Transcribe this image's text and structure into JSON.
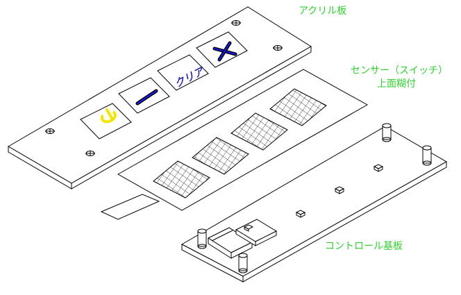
{
  "labels": {
    "acrylic_plate": "アクリル板",
    "sensor_line1": "センサー（スイッチ）",
    "sensor_line2": "上面糊付",
    "control_board": "コントロール基板"
  },
  "buttons": {
    "clear_text": "クリア"
  },
  "colors": {
    "label_green": "#33cc33",
    "power_yellow": "#f2e600",
    "symbol_blue": "#1a1aff",
    "line": "#000000"
  },
  "icons": [
    "power-icon",
    "minus-icon",
    "clear-text-icon",
    "plus-icon",
    "mounting-hole-icon",
    "cross-hatch-mesh"
  ]
}
